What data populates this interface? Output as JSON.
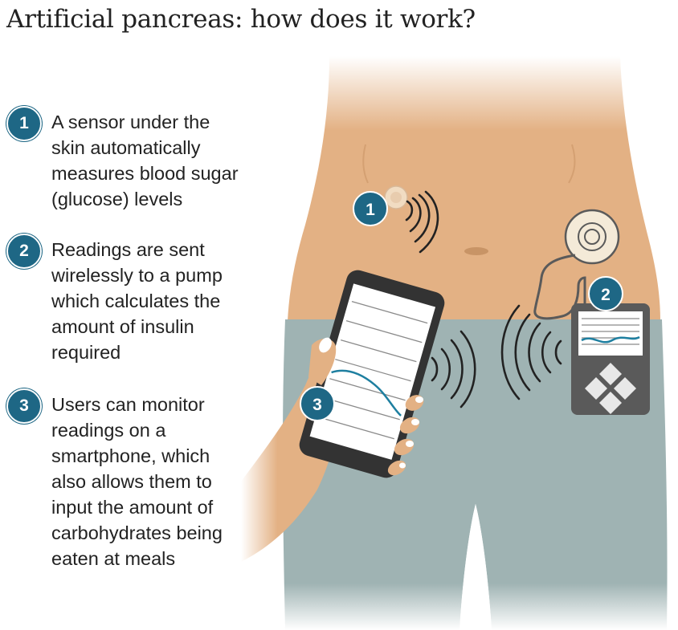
{
  "title": "Artificial pancreas: how does it work?",
  "steps": [
    {
      "number": "1",
      "lines": [
        "A sensor under the",
        "skin automatically",
        "measures blood sugar",
        "(glucose) levels"
      ]
    },
    {
      "number": "2",
      "lines": [
        "Readings are sent",
        "wirelessly to a pump",
        "which calculates the",
        "amount of insulin",
        "required"
      ]
    },
    {
      "number": "3",
      "lines": [
        "Users can monitor",
        "readings on a",
        "smartphone, which",
        "also allows them to",
        "input the amount of",
        "carbohydrates being",
        "eaten at meals"
      ]
    }
  ],
  "colors": {
    "badge": "#1e6785",
    "skin": "#e3b184",
    "jeans": "#9fb3b3",
    "device": "#5a5a5a",
    "signal": "#222222"
  }
}
